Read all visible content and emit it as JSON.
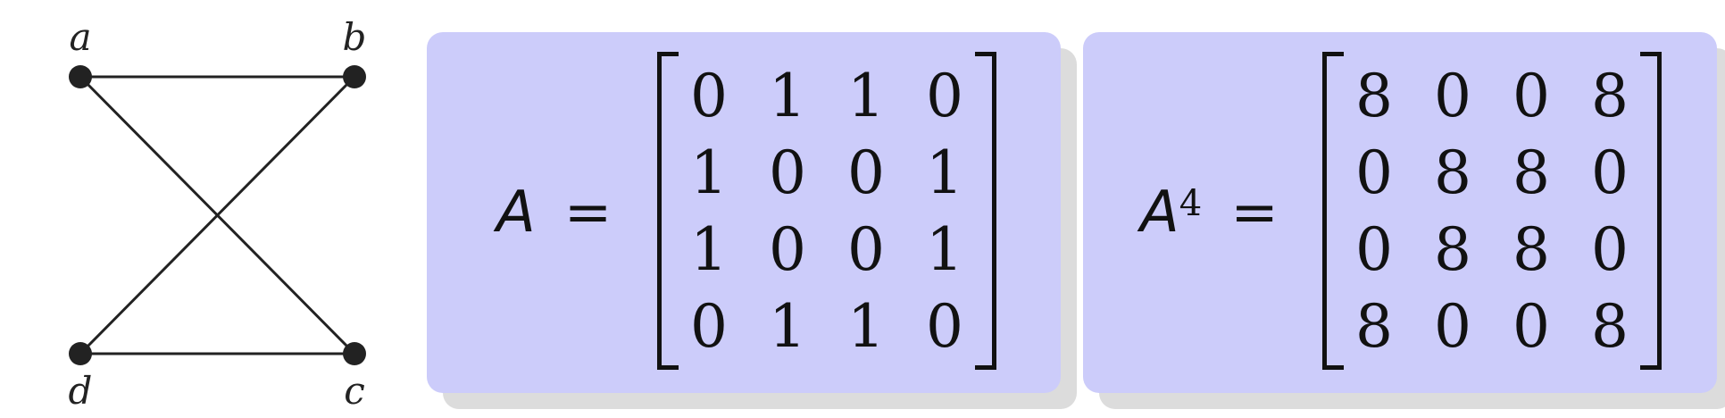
{
  "graph": {
    "vertices": [
      {
        "id": "a",
        "label": "a"
      },
      {
        "id": "b",
        "label": "b"
      },
      {
        "id": "c",
        "label": "c"
      },
      {
        "id": "d",
        "label": "d"
      }
    ],
    "edges": [
      [
        "a",
        "b"
      ],
      [
        "a",
        "c"
      ],
      [
        "b",
        "d"
      ],
      [
        "d",
        "c"
      ]
    ]
  },
  "matrix_a": {
    "symbol": "A",
    "equals": "=",
    "rows": [
      [
        0,
        1,
        1,
        0
      ],
      [
        1,
        0,
        0,
        1
      ],
      [
        1,
        0,
        0,
        1
      ],
      [
        0,
        1,
        1,
        0
      ]
    ]
  },
  "matrix_a4": {
    "symbol": "A",
    "exponent": "4",
    "equals": "=",
    "rows": [
      [
        8,
        0,
        0,
        8
      ],
      [
        0,
        8,
        8,
        0
      ],
      [
        0,
        8,
        8,
        0
      ],
      [
        8,
        0,
        0,
        8
      ]
    ]
  },
  "colors": {
    "panel_fill": "#ccccfa",
    "panel_shadow": "#dcdcdc",
    "ink": "#222222"
  }
}
